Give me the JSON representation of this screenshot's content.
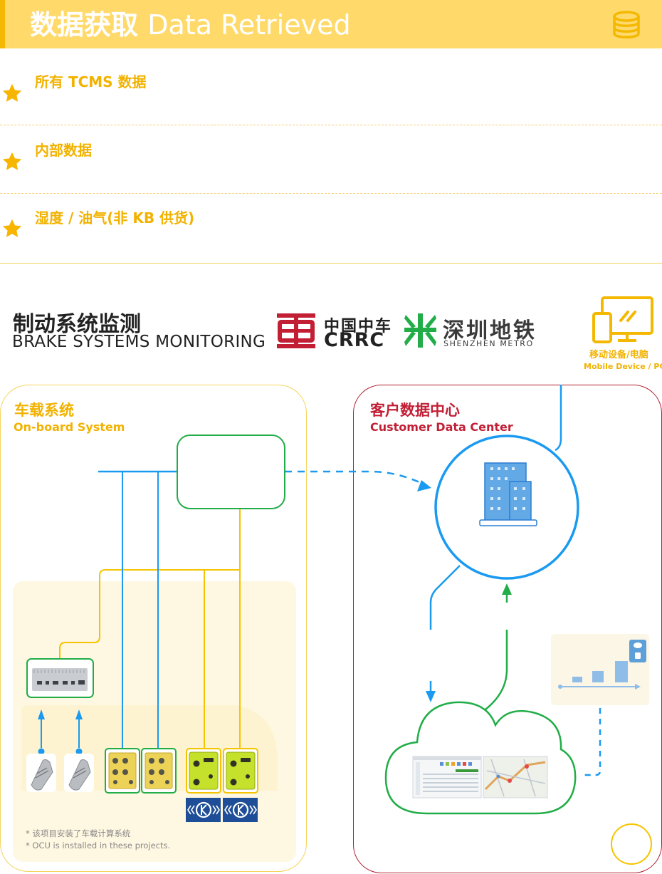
{
  "header": {
    "title_cn": "数据获取",
    "title_en": "Data Retrieved",
    "icon": "database-icon",
    "bg_color": "#ffda6b"
  },
  "list": [
    {
      "label": "所有 TCMS 数据",
      "icon": "star-icon"
    },
    {
      "label": "内部数据",
      "icon": "star-icon"
    },
    {
      "label": "湿度 / 油气(非 KB 供货)",
      "icon": "star-icon"
    }
  ],
  "diagram": {
    "title_cn": "制动系统监测",
    "title_en": "BRAKE SYSTEMS MONITORING",
    "logos": {
      "crrc_cn": "中国中车",
      "crrc_en": "CRRC",
      "metro_cn": "深圳地铁",
      "metro_en": "SHENZHEN METRO"
    },
    "mobile": {
      "label_cn": "移动设备/电脑",
      "label_en": "Mobile Device / PC"
    },
    "onboard": {
      "label_cn": "车载系统",
      "label_en": "On-board System",
      "note_cn": "* 该项目安装了车载计算系统",
      "note_en": "* OCU is installed in these projects."
    },
    "datacenter": {
      "label_cn": "客户数据中心",
      "label_en": "Customer Data Center"
    },
    "colors": {
      "blue": "#1a9af0",
      "green": "#22ad48",
      "yellow": "#f5c400",
      "red": "#c21f35"
    }
  }
}
